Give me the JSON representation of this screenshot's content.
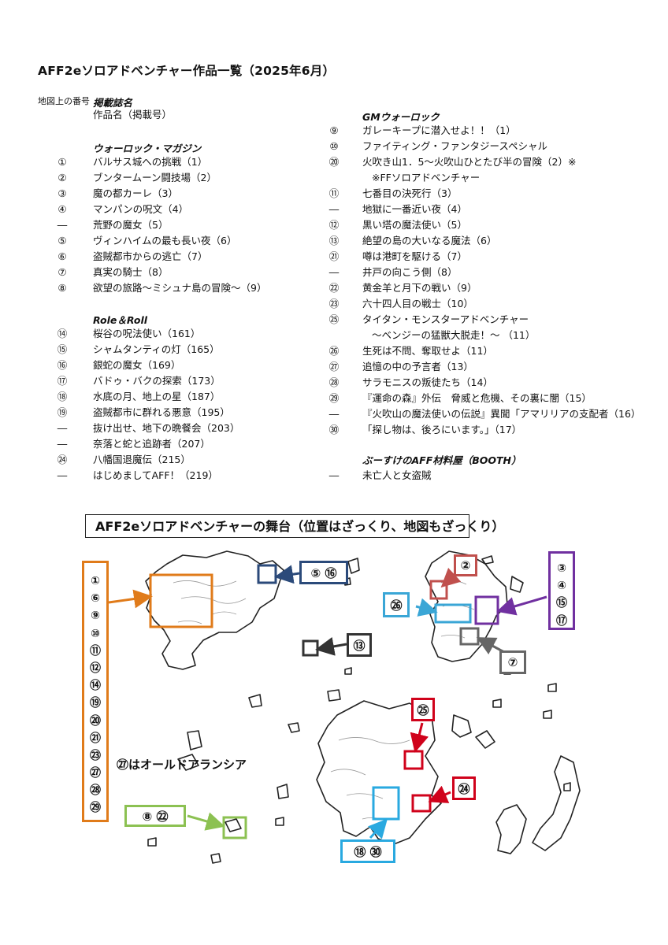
{
  "header": {
    "title": "AFF2eソロアドベンチャー作品一覧（2025年6月）",
    "map_number_label": "地図上の番号",
    "magazine_label": "掲載誌名",
    "work_label": "作品名（掲載号）"
  },
  "left_sections": [
    {
      "magazine": "ウォーロック・マガジン",
      "items": [
        {
          "num": "①",
          "title": "バルサス城への挑戦（1）"
        },
        {
          "num": "②",
          "title": "ブンタームーン闘技場（2）"
        },
        {
          "num": "③",
          "title": "魔の都カーレ（3）"
        },
        {
          "num": "④",
          "title": "マンパンの呪文（4）"
        },
        {
          "num": "―",
          "title": "荒野の魔女（5）"
        },
        {
          "num": "⑤",
          "title": "ヴィンハイムの最も長い夜（6）"
        },
        {
          "num": "⑥",
          "title": "盗賊都市からの逃亡（7）"
        },
        {
          "num": "⑦",
          "title": "真実の騎士（8）"
        },
        {
          "num": "⑧",
          "title": "欲望の旅路～ミシュナ島の冒険～（9）"
        }
      ]
    },
    {
      "magazine": "Role＆Roll",
      "items": [
        {
          "num": "⑭",
          "title": "桜谷の呪法使い（161）"
        },
        {
          "num": "⑮",
          "title": "シャムタンティの灯（165）"
        },
        {
          "num": "⑯",
          "title": "銀蛇の魔女（169）"
        },
        {
          "num": "⑰",
          "title": "バドゥ・バクの探索（173）"
        },
        {
          "num": "⑱",
          "title": "水底の月、地上の星（187）"
        },
        {
          "num": "⑲",
          "title": "盗賊都市に群れる悪意（195）"
        },
        {
          "num": "―",
          "title": "抜け出せ、地下の晩餐会（203）"
        },
        {
          "num": "―",
          "title": "奈落と蛇と追跡者（207）"
        },
        {
          "num": "㉔",
          "title": "八幡国退魔伝（215）"
        },
        {
          "num": "―",
          "title": "はじめましてAFF！（219）"
        }
      ]
    }
  ],
  "right_sections": [
    {
      "magazine": "GMウォーロック",
      "items": [
        {
          "num": "⑨",
          "title": "ガレーキープに潜入せよ！！（1）"
        },
        {
          "num": "⑩",
          "title": "ファイティング・ファンタジースペシャル"
        },
        {
          "num": "⑳",
          "title": "火吹き山1．5～火吹山ひとたび半の冒険（2）※",
          "cont": "※FFソロアドベンチャー"
        },
        {
          "num": "⑪",
          "title": "七番目の決死行（3）"
        },
        {
          "num": "―",
          "title": "地獄に一番近い夜（4）"
        },
        {
          "num": "⑫",
          "title": "黒い塔の魔法使い（5）"
        },
        {
          "num": "⑬",
          "title": "絶望の島の大いなる魔法（6）"
        },
        {
          "num": "㉑",
          "title": "噂は港町を駆ける（7）"
        },
        {
          "num": "―",
          "title": "井戸の向こう側（8）"
        },
        {
          "num": "㉒",
          "title": "黄金羊と月下の戦い（9）"
        },
        {
          "num": "㉓",
          "title": "六十四人目の戦士（10）"
        },
        {
          "num": "㉕",
          "title": "タイタン・モンスターアドベンチャー",
          "cont": "～ベンジーの猛獣大脱走！～ （11）"
        },
        {
          "num": "㉖",
          "title": "生死は不問、奪取せよ（11）"
        },
        {
          "num": "㉗",
          "title": "追憶の中の予言者（13）"
        },
        {
          "num": "㉘",
          "title": "サラモニスの叛徒たち（14）"
        },
        {
          "num": "㉙",
          "title": "『運命の森』外伝　脅威と危機、その裏に闇（15）"
        },
        {
          "num": "―",
          "title": "『火吹山の魔法使いの伝説』異聞「アマリリアの支配者（16）"
        },
        {
          "num": "㉚",
          "title": "「探し物は、後ろにいます。」（17）"
        }
      ]
    },
    {
      "magazine": "ぶーすけのAFF材料屋（BOOTH）",
      "items": [
        {
          "num": "―",
          "title": "未亡人と女盗賊"
        }
      ]
    }
  ],
  "map": {
    "banner": "AFF2eソロアドベンチャーの舞台（位置はざっくり、地図もざっくり）",
    "note": "㉗はオールドアランシア",
    "colors": {
      "orange": "#e07b1a",
      "navy": "#2b4a7a",
      "brick": "#c0504d",
      "teal": "#3aa6d6",
      "purple": "#7030a0",
      "gray": "#666666",
      "red": "#d0021b",
      "green": "#8cc152",
      "sky": "#29a9e0",
      "ink": "#333333"
    },
    "labels": {
      "orange_list": [
        "①",
        "⑥",
        "⑨",
        "⑩",
        "⑪",
        "⑫",
        "⑭",
        "⑲",
        "⑳",
        "㉑",
        "㉓",
        "㉗",
        "㉘",
        "㉙"
      ],
      "navy": "⑤ ⑯",
      "brick": "②",
      "teal": "㉖",
      "purple_list": [
        "③",
        "④",
        "⑮",
        "⑰"
      ],
      "gray": "⑦",
      "ink": "⑬",
      "red_top": "㉕",
      "red_right": "㉔",
      "green": "⑧ ㉒",
      "sky": "⑱ ㉚"
    }
  }
}
